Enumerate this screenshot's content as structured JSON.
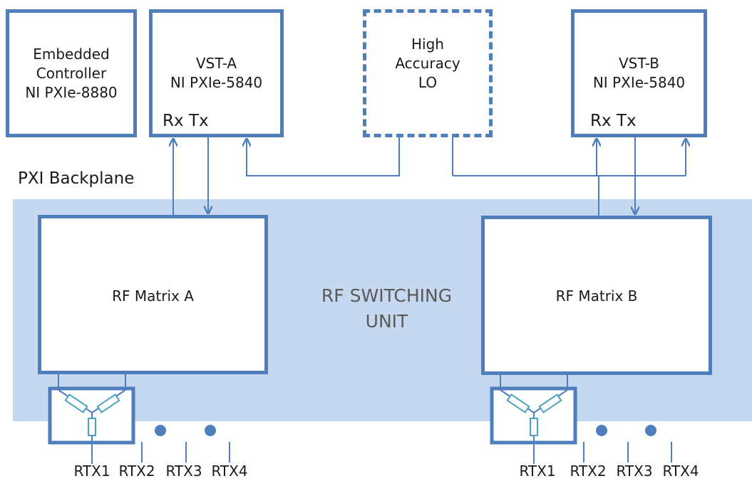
{
  "embedded": {
    "line1": "Embedded",
    "line2": "Controller",
    "line3": "NI PXIe-8880"
  },
  "vst_a": {
    "line1": "VST-A",
    "line2": "NI PXIe-5840",
    "ports": "Rx Tx"
  },
  "lo": {
    "line1": "High",
    "line2": "Accuracy",
    "line3": "LO"
  },
  "vst_b": {
    "line1": "VST-B",
    "line2": "NI PXIe-5840",
    "ports": "Rx Tx"
  },
  "backplane_label": "PXI Backplane",
  "switching_unit": {
    "line1": "RF SWITCHING",
    "line2": "UNIT"
  },
  "matrix_a": "RF Matrix A",
  "matrix_b": "RF Matrix B",
  "ports_a": [
    "RTX1",
    "RTX2",
    "RTX3",
    "RTX4"
  ],
  "ports_b": [
    "RTX1",
    "RTX2",
    "RTX3",
    "RTX4"
  ],
  "colors": {
    "line": "#4f7ebd",
    "backplane": "#c5d8ef",
    "resistor": "#4aa3c2"
  }
}
